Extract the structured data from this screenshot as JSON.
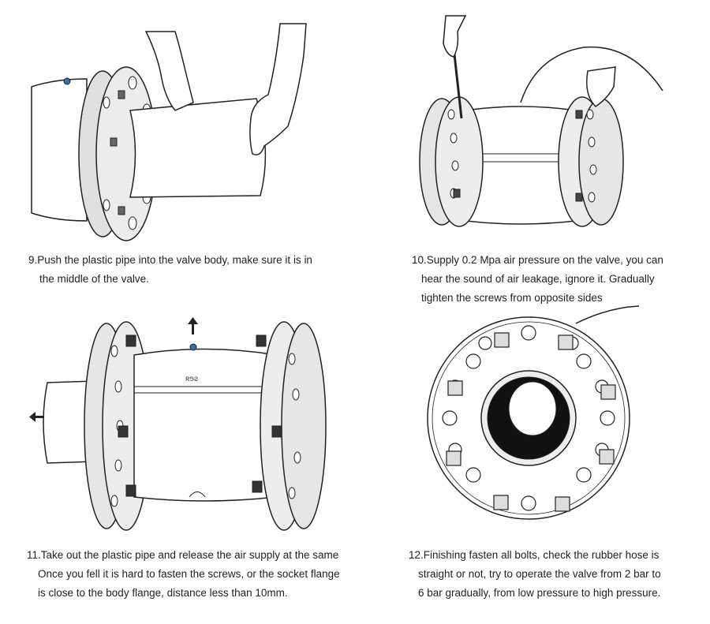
{
  "steps": [
    {
      "lines": [
        "9.Push the plastic pipe into the valve body, make sure it is in",
        "the middle of the valve."
      ]
    },
    {
      "lines": [
        "10.Supply 0.2 Mpa air pressure on the valve, you can",
        "hear the sound of air leakage, ignore it. Gradually",
        "tighten the screws from opposite sides"
      ]
    },
    {
      "lines": [
        "11.Take out the plastic pipe and release the air supply at the same",
        "Once you fell it is hard to fasten the screws, or the socket flange",
        "is close to the body flange, distance less than 10mm."
      ]
    },
    {
      "lines": [
        "12.Finishing fasten all bolts, check the rubber hose is",
        "straight or not, try to operate the valve from 2 bar to",
        "6 bar gradually, from low pressure to high pressure."
      ]
    }
  ],
  "colors": {
    "line": "#222222",
    "flange": "#dcdcdc",
    "body": "#ffffff",
    "rubber": "#111111"
  },
  "icons": [
    "hand-icon",
    "wrench-icon",
    "arrow-up-icon",
    "arrow-left-icon",
    "bolt-icon"
  ]
}
